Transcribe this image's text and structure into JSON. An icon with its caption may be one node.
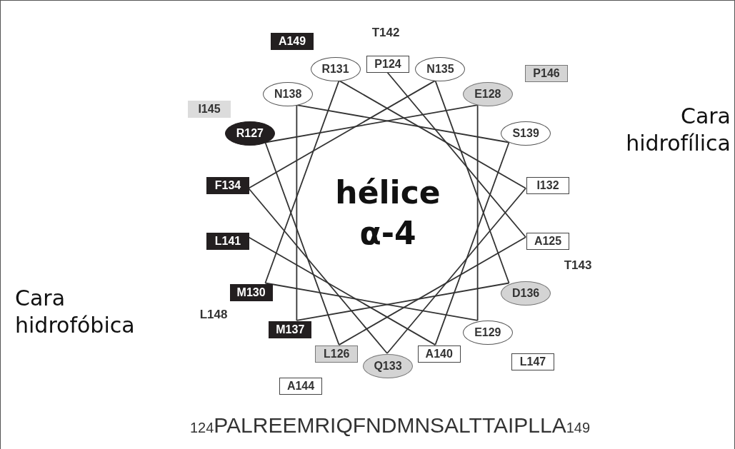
{
  "diagram": {
    "nodes": [
      {
        "text": [
          "P124"
        ]
      },
      {
        "text": [
          "A125"
        ]
      },
      {
        "text": [
          "L126"
        ]
      },
      {
        "text": [
          "R127"
        ]
      },
      {
        "text": [
          "E128"
        ]
      },
      {
        "text": [
          "E129"
        ]
      },
      {
        "text": [
          "M130"
        ]
      },
      {
        "text": [
          "R131"
        ]
      },
      {
        "text": [
          "I132"
        ]
      },
      {
        "text": [
          "Q133"
        ]
      },
      {
        "text": [
          "F134"
        ]
      },
      {
        "text": [
          "N135"
        ]
      },
      {
        "text": [
          "D136"
        ]
      },
      {
        "text": [
          "M137"
        ]
      },
      {
        "text": [
          "N138"
        ]
      },
      {
        "text": [
          "S139"
        ]
      },
      {
        "text": [
          "A140"
        ]
      },
      {
        "text": [
          "L141"
        ]
      },
      {
        "text": [
          "A144"
        ]
      },
      {
        "text": [
          "I145"
        ]
      },
      {
        "text": [
          "P146"
        ]
      },
      {
        "text": [
          "L147"
        ]
      },
      {
        "text": [
          "A149"
        ]
      }
    ],
    "edges": [
      {
        "from": 0,
        "to": 1,
        "arrow": "none"
      },
      {
        "from": 1,
        "to": 2,
        "arrow": "none"
      },
      {
        "from": 2,
        "to": 3,
        "arrow": "none"
      },
      {
        "from": 3,
        "to": 4,
        "arrow": "none"
      },
      {
        "from": 4,
        "to": 5,
        "arrow": "none"
      },
      {
        "from": 5,
        "to": 6,
        "arrow": "none"
      },
      {
        "from": 6,
        "to": 7,
        "arrow": "none"
      },
      {
        "from": 7,
        "to": 8,
        "arrow": "none"
      },
      {
        "from": 8,
        "to": 9,
        "arrow": "none"
      },
      {
        "from": 9,
        "to": 10,
        "arrow": "none"
      },
      {
        "from": 10,
        "to": 11,
        "arrow": "none"
      },
      {
        "from": 11,
        "to": 12,
        "arrow": "none"
      },
      {
        "from": 12,
        "to": 13,
        "arrow": "none"
      },
      {
        "from": 13,
        "to": 14,
        "arrow": "none"
      },
      {
        "from": 14,
        "to": 15,
        "arrow": "none"
      },
      {
        "from": 15,
        "to": 16,
        "arrow": "none"
      },
      {
        "from": 16,
        "to": 17,
        "arrow": "none"
      }
    ],
    "labels": [
      "T142",
      "hélice α-4",
      "Cara hidrofílica",
      "T143",
      "Cara hidrofóbica",
      "L148",
      "$_{124}$PALREEMRIQFNDMNSALTTAIPLLA$_{149}$"
    ]
  }
}
